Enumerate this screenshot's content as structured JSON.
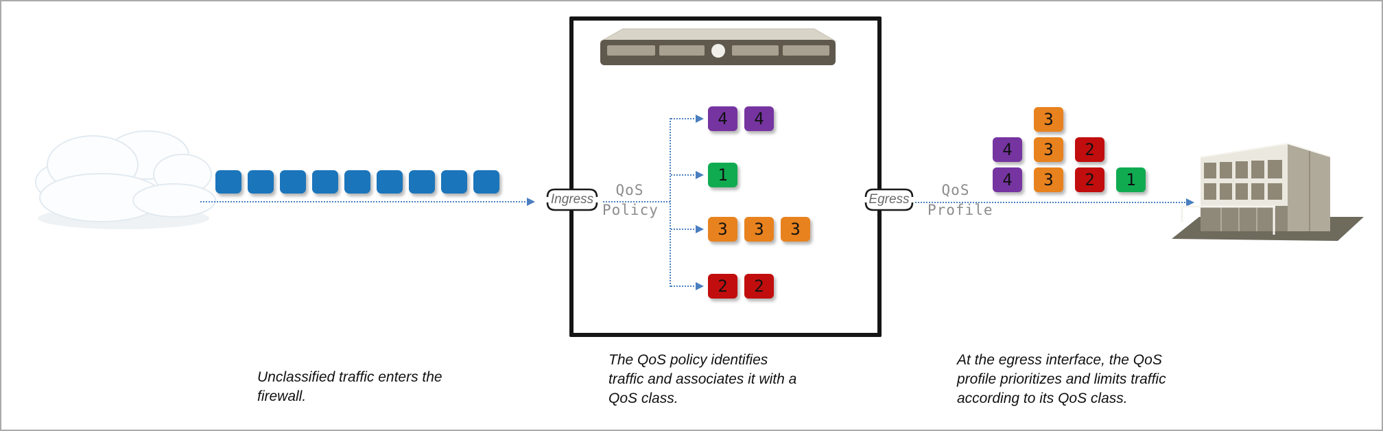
{
  "colors": {
    "unclassified_packet": "#1b75bb",
    "class_1": "#10ab51",
    "class_2": "#c10d0d",
    "class_3": "#e8821e",
    "class_4": "#7634a1",
    "flow_line": "#4a7ec0",
    "label_text": "#8c8c8c",
    "interface_label_text": "#696969"
  },
  "ingress": {
    "interface_label": "Ingress",
    "function_label_line1": "QoS",
    "function_label_line2": "Policy"
  },
  "egress": {
    "interface_label": "Egress",
    "function_label_line1": "QoS",
    "function_label_line2": "Profile"
  },
  "unclassified_traffic": {
    "packet_count": 9
  },
  "qos_policy_classes": [
    {
      "class_label": "4",
      "packet_count": 2
    },
    {
      "class_label": "1",
      "packet_count": 1
    },
    {
      "class_label": "3",
      "packet_count": 3
    },
    {
      "class_label": "2",
      "packet_count": 2
    }
  ],
  "qos_profile_stack": {
    "rows": [
      [
        null,
        "3",
        null,
        null
      ],
      [
        "4",
        "3",
        "2",
        null
      ],
      [
        "4",
        "3",
        "2",
        "1"
      ]
    ]
  },
  "captions": [
    "Unclassified traffic enters the\nfirewall.",
    "The QoS policy identifies\ntraffic and associates it with a\nQoS class.",
    "At the egress interface, the QoS\nprofile prioritizes and limits traffic\naccording to its QoS class."
  ]
}
